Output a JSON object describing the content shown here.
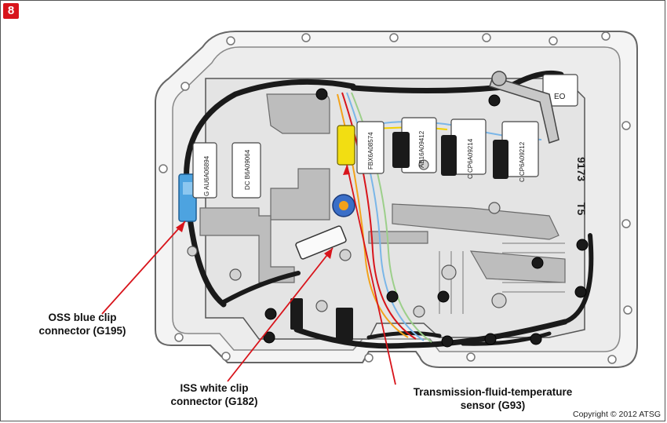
{
  "figure": {
    "number": "8"
  },
  "callouts": {
    "oss": "OSS blue clip\nconnector (G195)",
    "iss": "ISS white clip\nconnector (G182)",
    "tft": "Transmission-fluid-temperature\nsensor (G93)"
  },
  "part_numbers": {
    "solenoid_1": "G AU6A06894",
    "solenoid_2": "DC B6A09064",
    "solenoid_3": "FBX6A08574",
    "solenoid_4": "AB16A09412",
    "solenoid_5": "C CP6A09214",
    "solenoid_6": "C CP6A09212"
  },
  "markings": {
    "eo": "EO",
    "casting_1": "9173",
    "casting_2": "T5"
  },
  "copyright": "Copyright © 2012 ATSG",
  "colors": {
    "callout_line": "#d8141b",
    "oss_connector": "#4da3e0",
    "tft_sensor": "#f2de12",
    "harness": "#1a1a1a",
    "plate": "#e6e6e6"
  }
}
